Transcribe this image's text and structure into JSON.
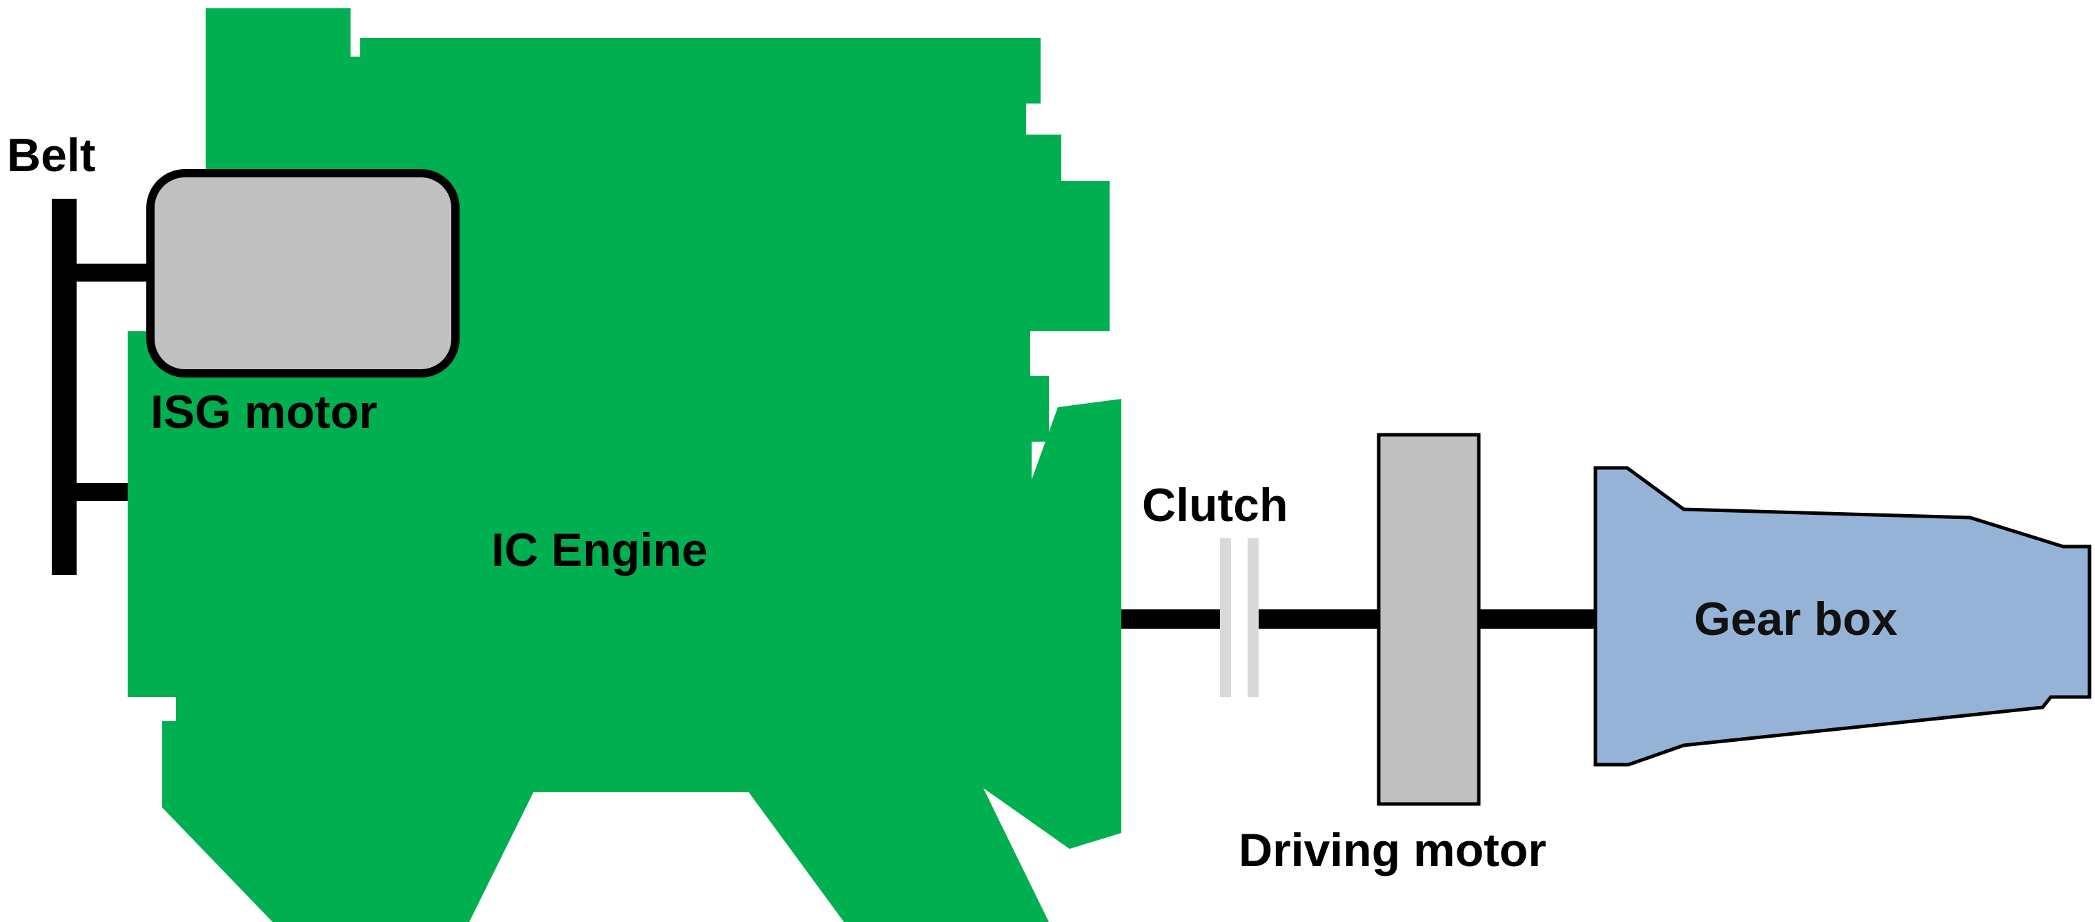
{
  "labels": {
    "belt": "Belt",
    "isg_motor": "ISG motor",
    "ic_engine": "IC Engine",
    "clutch": "Clutch",
    "driving_motor": "Driving motor",
    "gear_box": "Gear box"
  },
  "colors": {
    "engine": "#00b050",
    "motor": "#c0c0c0",
    "gearbox": "#95b3d7",
    "clutch": "#d9d9d9",
    "line": "#000000"
  }
}
